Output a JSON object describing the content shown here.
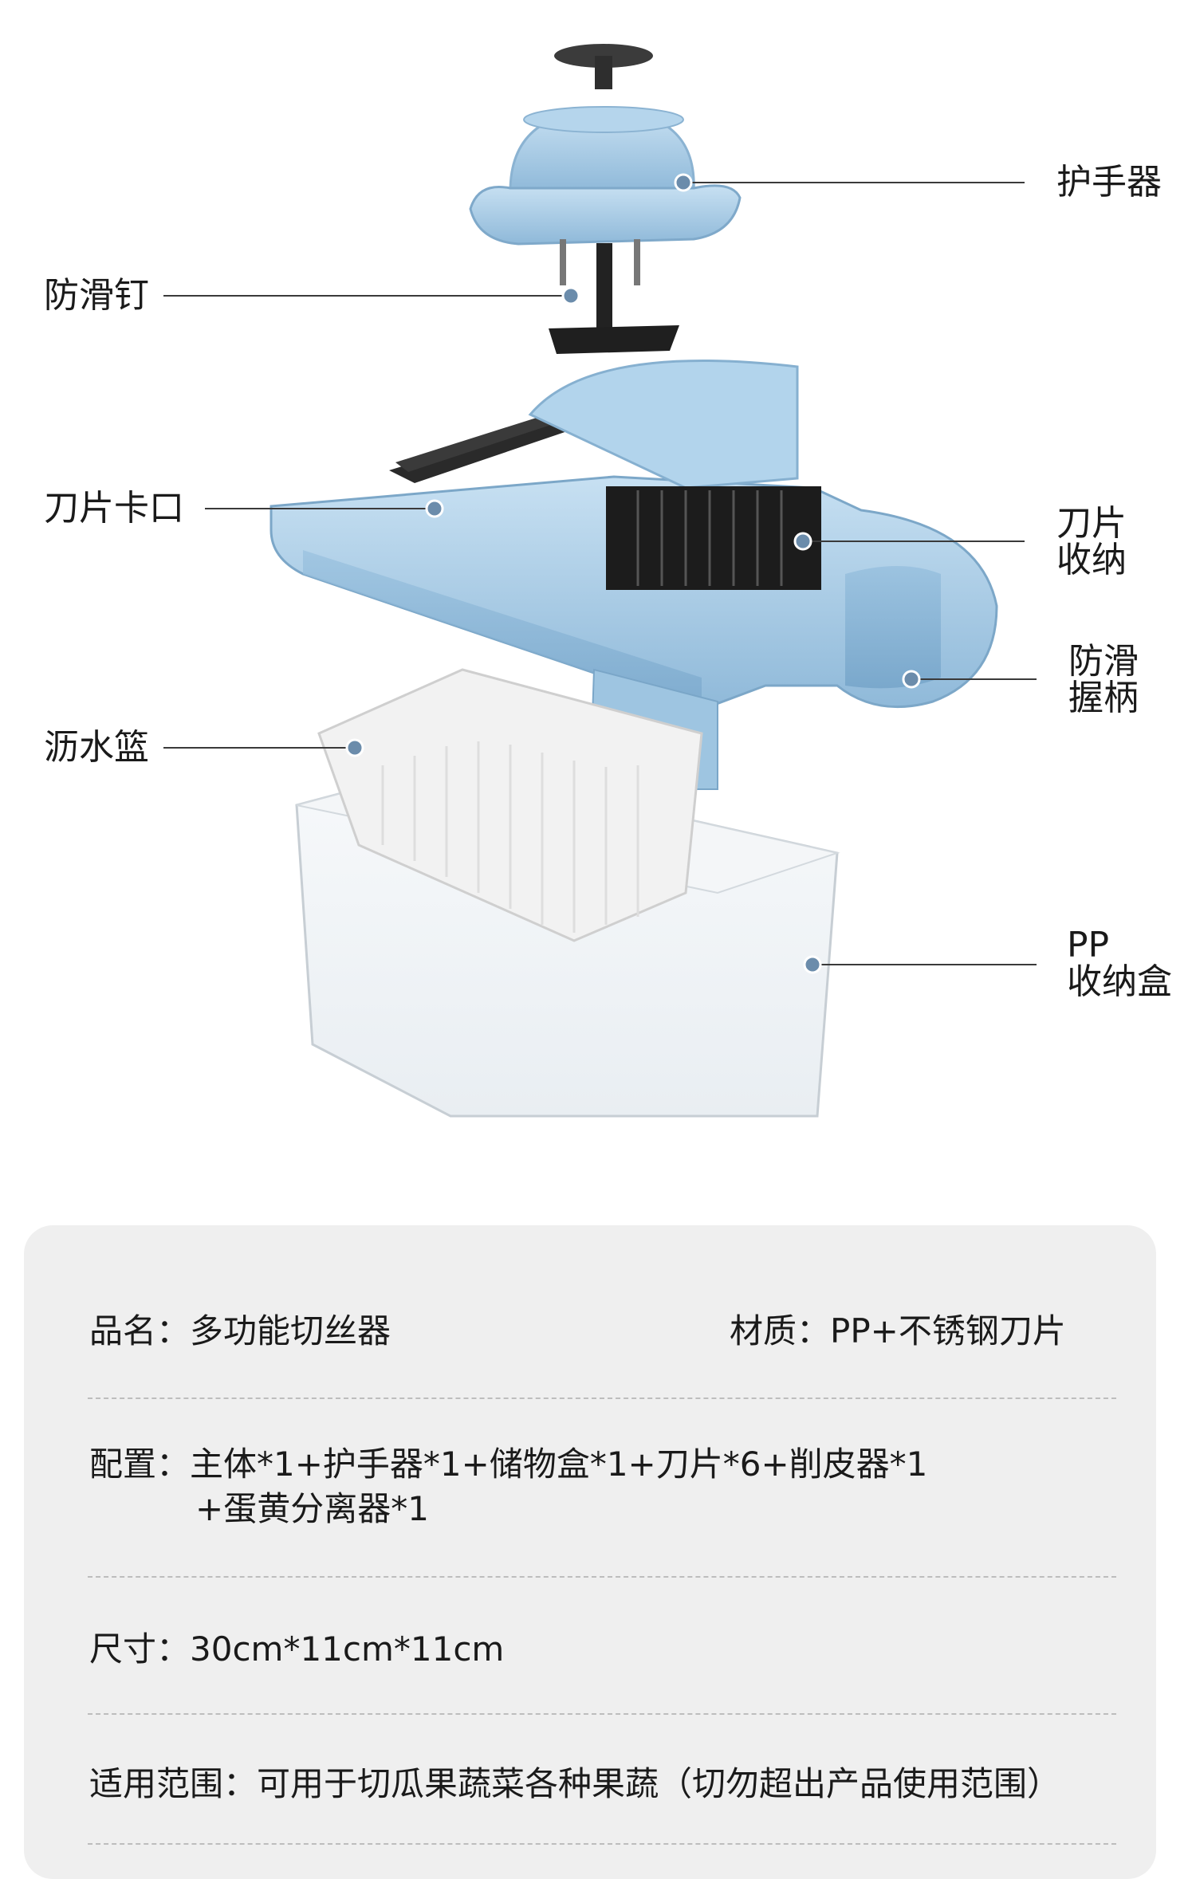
{
  "callouts": {
    "hand_guard": "护手器",
    "anti_slip_nails": "防滑钉",
    "blade_slot": "刀片卡口",
    "blade_storage": "刀片\n收纳",
    "anti_slip_handle": "防滑\n握柄",
    "drain_basket": "沥水篮",
    "pp_box": "PP\n收纳盒"
  },
  "specs": {
    "name": "品名：多功能切丝器",
    "material": "材质：PP+不锈钢刀片",
    "config_line1": "配置：主体*1+护手器*1+储物盒*1+刀片*6+削皮器*1",
    "config_line2": "+蛋黄分离器*1",
    "size": "尺寸：30cm*11cm*11cm",
    "usage": "适用范围：可用于切瓜果蔬菜各种果蔬（切勿超出产品使用范围）"
  },
  "colors": {
    "product_blue": "#aacde6",
    "blade_dark": "#2b2b2b",
    "callout_dot": "#6b8cab",
    "panel_bg": "#efefef"
  }
}
